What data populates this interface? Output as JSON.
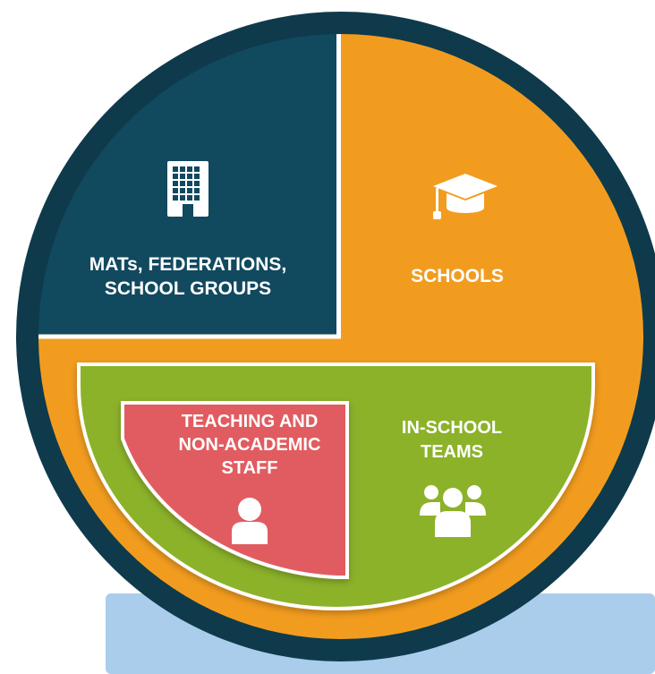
{
  "segments": {
    "mats": {
      "line1": "MATs, FEDERATIONS,",
      "line2": "SCHOOL GROUPS",
      "icon": "building-icon",
      "color": "#11495f"
    },
    "schools": {
      "label": "SCHOOLS",
      "icon": "graduation-cap-icon",
      "color": "#f29c1f"
    },
    "teams": {
      "line1": "IN-SCHOOL",
      "line2": "TEAMS",
      "icon": "group-icon",
      "color": "#8cb22a"
    },
    "staff": {
      "line1": "TEACHING AND",
      "line2": "NON-ACADEMIC",
      "line3": "STAFF",
      "icon": "person-icon",
      "color": "#e15b60"
    }
  },
  "colors": {
    "outer_ring": "#0e3a4c",
    "footer_band": "#aacdec",
    "divider": "#ffffff"
  }
}
